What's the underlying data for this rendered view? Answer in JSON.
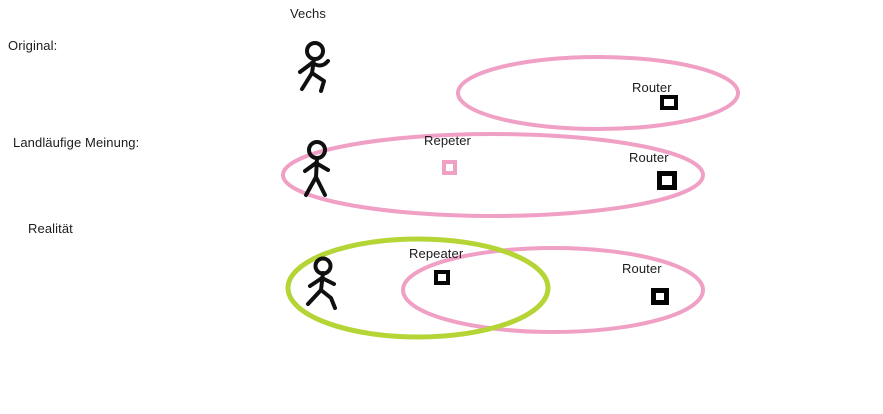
{
  "canvas": {
    "background": "#ffffff"
  },
  "colors": {
    "pink": "#f0a0c4",
    "green": "#b5d435",
    "ink": "#101010"
  },
  "header": {
    "vechs_label": "Vechs"
  },
  "rows": {
    "original": {
      "label": "Original:",
      "router_label": "Router"
    },
    "opinion": {
      "label": "Landläufige Meinung:",
      "repeater_label": "Repeter",
      "router_label": "Router"
    },
    "reality": {
      "label": "Realität",
      "repeater_label": "Repeater",
      "router_label": "Router"
    }
  },
  "icons": {
    "router": "router-square-icon",
    "repeater": "repeater-square-icon",
    "person": "stick-figure-icon"
  }
}
